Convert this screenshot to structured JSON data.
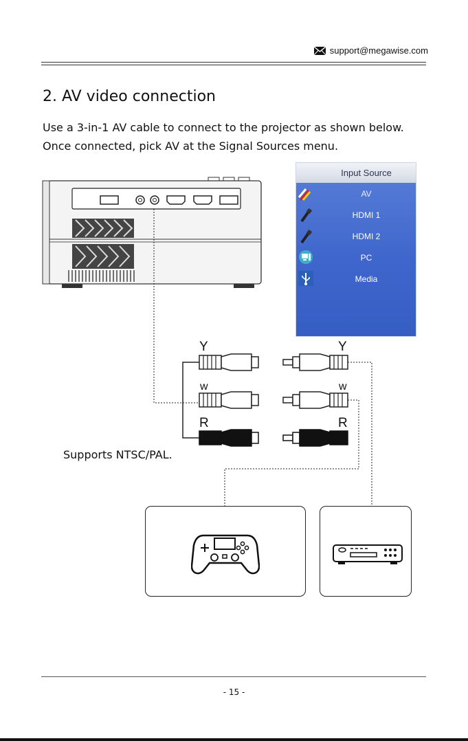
{
  "header": {
    "email": "support@megawise.com",
    "email_icon": "envelope-icon"
  },
  "section": {
    "title": "2. AV video connection",
    "line1": "Use a 3-in-1 AV cable to connect to the projector as shown below.",
    "line2": "Once connected, pick AV at the Signal Sources menu."
  },
  "menu": {
    "title": "Input Source",
    "items": [
      "AV",
      "HDMI 1",
      "HDMI 2",
      "PC",
      "Media"
    ],
    "icons": [
      "av-plug-icon",
      "hdmi-plug-icon",
      "hdmi-plug-icon",
      "pc-icon",
      "usb-icon"
    ],
    "selected": "AV"
  },
  "cable": {
    "left_labels": [
      "Y",
      "w",
      "R"
    ],
    "right_labels": [
      "Y",
      "w",
      "R"
    ],
    "colors": {
      "yellow": "#ffffff",
      "white": "#ffffff",
      "red": "#111111"
    }
  },
  "note": "Supports NTSC/PAL.",
  "devices": [
    {
      "name": "game-controller",
      "icon": "gamepad-icon"
    },
    {
      "name": "dvd-player",
      "icon": "dvd-player-icon"
    }
  ],
  "footer": {
    "page": "- 15 -"
  }
}
